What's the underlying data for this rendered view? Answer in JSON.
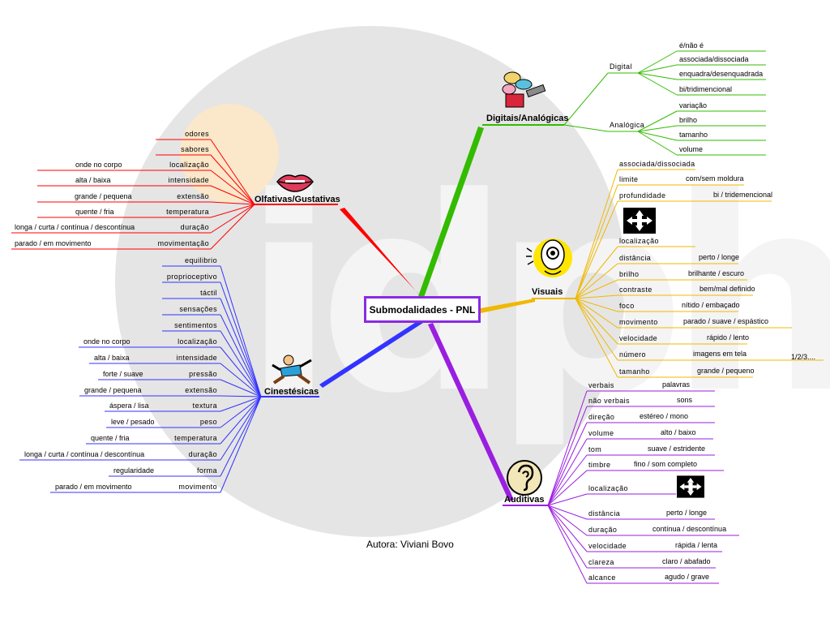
{
  "central": "Submodalidades - PNL",
  "author": "Autora: Viviani Bovo",
  "colors": {
    "olfativas": "#ff0000",
    "cinestesicas": "#3333ff",
    "digitais": "#33bb00",
    "visuais": "#f0b800",
    "auditivas": "#9a1ee0",
    "central_border": "#8a2be2"
  },
  "branches": {
    "olfativas": {
      "title": "Olfativas/Gustativas",
      "icon": "lips-icon",
      "items": [
        {
          "label": "odores",
          "value": ""
        },
        {
          "label": "sabores",
          "value": ""
        },
        {
          "label": "localização",
          "value": "onde no corpo"
        },
        {
          "label": "intensidade",
          "value": "alta / baixa"
        },
        {
          "label": "extensão",
          "value": "grande / pequena"
        },
        {
          "label": "temperatura",
          "value": "quente / fria"
        },
        {
          "label": "duração",
          "value": "longa / curta / contínua / descontínua"
        },
        {
          "label": "movimentação",
          "value": "parado / em movimento"
        }
      ]
    },
    "cinestesicas": {
      "title": "Cinestésicas",
      "icon": "running-man-icon",
      "items": [
        {
          "label": "equilibrio",
          "value": ""
        },
        {
          "label": "proprioceptivo",
          "value": ""
        },
        {
          "label": "táctil",
          "value": ""
        },
        {
          "label": "sensações",
          "value": ""
        },
        {
          "label": "sentimentos",
          "value": ""
        },
        {
          "label": "localização",
          "value": "onde no corpo"
        },
        {
          "label": "intensidade",
          "value": "alta / baixa"
        },
        {
          "label": "pressão",
          "value": "forte / suave"
        },
        {
          "label": "extensão",
          "value": "grande / pequena"
        },
        {
          "label": "textura",
          "value": "áspera / lisa"
        },
        {
          "label": "peso",
          "value": "leve / pesado"
        },
        {
          "label": "temperatura",
          "value": "quente / fria"
        },
        {
          "label": "duração",
          "value": "longa / curta / contínua / descontínua"
        },
        {
          "label": "forma",
          "value": "regularidade"
        },
        {
          "label": "movimento",
          "value": "parado / em movimento"
        }
      ]
    },
    "digitais": {
      "title": "Digitais/Analógicas",
      "icon": "paint-tools-icon",
      "groups": [
        {
          "label": "Digital",
          "items": [
            "é/não é",
            "associada/dissociada",
            "enquadra/desenquadrada",
            "bi/tridimencional"
          ]
        },
        {
          "label": "Analógica",
          "items": [
            "variação",
            "brilho",
            "tamanho",
            "volume"
          ]
        }
      ]
    },
    "visuais": {
      "title": "Visuais",
      "icon": "eye-face-icon",
      "items": [
        {
          "label": "associada/dissociada",
          "value": ""
        },
        {
          "label": "limite",
          "value": "com/sem moldura"
        },
        {
          "label": "profundidade",
          "value": "bi / tridemencional"
        },
        {
          "label": "localização",
          "value": ""
        },
        {
          "label": "distância",
          "value": "perto / longe"
        },
        {
          "label": "brilho",
          "value": "brilhante / escuro"
        },
        {
          "label": "contraste",
          "value": "bem/mal definido"
        },
        {
          "label": "foco",
          "value": "nítido / embaçado"
        },
        {
          "label": "movimento",
          "value": "parado / suave / espástico"
        },
        {
          "label": "velocidade",
          "value": "rápido / lento"
        },
        {
          "label": "número",
          "value": "imagens em tela",
          "extra": "1/2/3...."
        },
        {
          "label": "tamanho",
          "value": "grande / pequeno"
        }
      ]
    },
    "auditivas": {
      "title": "Auditivas",
      "icon": "ear-icon",
      "items": [
        {
          "label": "verbais",
          "value": "palavras"
        },
        {
          "label": "não verbais",
          "value": "sons"
        },
        {
          "label": "direção",
          "value": "estéreo / mono"
        },
        {
          "label": "volume",
          "value": "alto / baixo"
        },
        {
          "label": "tom",
          "value": "suave / estridente"
        },
        {
          "label": "timbre",
          "value": "fino / som completo"
        },
        {
          "label": "localização",
          "value": ""
        },
        {
          "label": "distância",
          "value": "perto / longe"
        },
        {
          "label": "duração",
          "value": "contínua / descontínua"
        },
        {
          "label": "velocidade",
          "value": "rápida / lenta"
        },
        {
          "label": "clareza",
          "value": "claro / abafado"
        },
        {
          "label": "alcance",
          "value": "agudo / grave"
        }
      ]
    }
  }
}
